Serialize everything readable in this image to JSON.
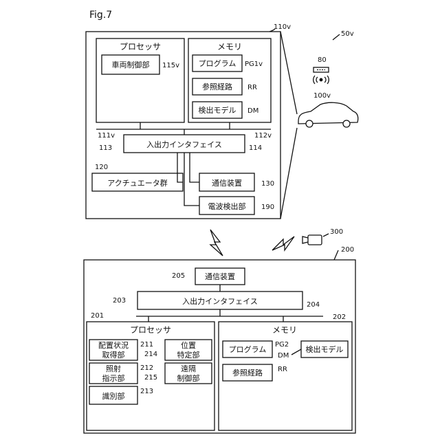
{
  "figure_label": "Fig.7",
  "vehicle_system": {
    "ref": "110v",
    "processor": {
      "title": "プロセッサ",
      "ref": "111v",
      "vehicle_control": {
        "label": "車両制御部",
        "ref": "115v"
      }
    },
    "memory": {
      "title": "メモリ",
      "ref": "112v",
      "program": {
        "label": "プログラム",
        "ref": "PG1v"
      },
      "reference_route": {
        "label": "参照経路",
        "ref": "RR"
      },
      "detection_model": {
        "label": "検出モデル",
        "ref": "DM"
      }
    },
    "io_interface": {
      "label": "入出力インタフェイス",
      "ref_left": "113",
      "ref_right": "114"
    },
    "actuators": {
      "label": "アクチュエータ群",
      "ref": "120"
    },
    "comm_device": {
      "label": "通信装置",
      "ref": "130"
    },
    "radio_detector": {
      "label": "電波検出部",
      "ref": "190"
    }
  },
  "external": {
    "system_ref": "50v",
    "transmitter_ref": "80",
    "vehicle_ref": "100v",
    "camera_ref": "300"
  },
  "server_system": {
    "ref": "200",
    "comm_device": {
      "label": "通信装置",
      "ref": "205"
    },
    "io_interface": {
      "label": "入出力インタフェイス",
      "ref_left": "203",
      "ref_right": "204"
    },
    "processor": {
      "title": "プロセッサ",
      "ref": "201",
      "placement_acquisition": {
        "line1": "配置状況",
        "line2": "取得部",
        "ref": "211"
      },
      "irradiation_instruction": {
        "line1": "照射",
        "line2": "指示部",
        "ref": "212"
      },
      "identification": {
        "label": "識別部",
        "ref": "213"
      },
      "position_identification": {
        "line1": "位置",
        "line2": "特定部",
        "ref": "214"
      },
      "remote_control": {
        "line1": "遠隔",
        "line2": "制御部",
        "ref": "215"
      }
    },
    "memory": {
      "title": "メモリ",
      "ref": "202",
      "program": {
        "label": "プログラム",
        "ref": "PG2"
      },
      "detection_model": {
        "label": "検出モデル",
        "ref": "DM"
      },
      "reference_route": {
        "label": "参照経路",
        "ref": "RR"
      }
    }
  }
}
